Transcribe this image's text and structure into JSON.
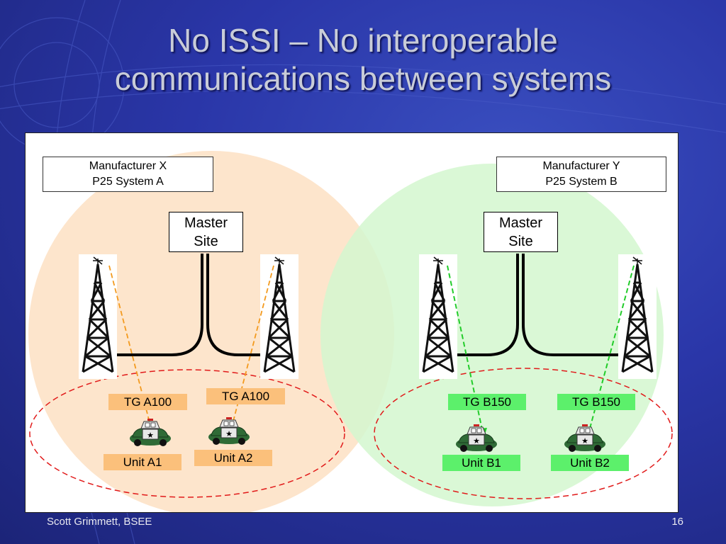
{
  "slide": {
    "title_line1": "No ISSI – No interoperable",
    "title_line2": "communications between systems",
    "footer_author": "Scott Grimmett, BSEE",
    "page_number": "16"
  },
  "system_a": {
    "manufacturer": "Manufacturer X",
    "system": "P25 System A",
    "master_line1": "Master",
    "master_line2": "Site",
    "tg_left": "TG A100",
    "tg_right": "TG A100",
    "unit_left": "Unit A1",
    "unit_right": "Unit A2",
    "zone_color": "#fde5cc",
    "link_color": "#f39a1e"
  },
  "system_b": {
    "manufacturer": "Manufacturer Y",
    "system": "P25 System B",
    "master_line1": "Master",
    "master_line2": "Site",
    "tg_left": "TG B150",
    "tg_right": "TG B150",
    "unit_left": "Unit B1",
    "unit_right": "Unit B2",
    "zone_color": "#d3f7cf",
    "link_color": "#22cc2a"
  },
  "colors": {
    "coverage_boundary": "#e11a1a",
    "label_orange": "#fbc07b",
    "label_green": "#5cf06b"
  },
  "icons": [
    "radio-tower-icon",
    "police-car-icon"
  ]
}
